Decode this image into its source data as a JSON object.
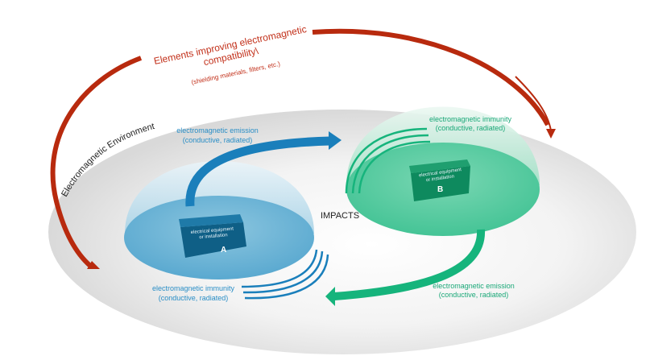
{
  "diagram": {
    "environment_label": "Electromagnetic Environment",
    "compatibility": {
      "title_line1": "Elements improving electromagnetic",
      "title_line2": "compatibility\\",
      "subtitle": "(shielding materials, filters, etc.)"
    },
    "impacts_label": "IMPACTS",
    "equipment_a": {
      "line1": "electrical equipment",
      "line2": "or installation",
      "letter": "A",
      "emission_line1": "electromagnetic emission",
      "emission_line2": "(conductive, radiated)",
      "immunity_line1": "electromagnetic immunity",
      "immunity_line2": "(conductive, radiated)"
    },
    "equipment_b": {
      "line1": "electrical equipment",
      "line2": "or installation",
      "letter": "B",
      "emission_line1": "electromagnetic emission",
      "emission_line2": "(conductive, radiated)",
      "immunity_line1": "electromagnetic immunity",
      "immunity_line2": "(conductive, radiated)"
    },
    "colors": {
      "red": "#b82a0e",
      "blue": "#1a7fbb",
      "green": "#16b47c",
      "environment": "#e4e4e4"
    }
  }
}
